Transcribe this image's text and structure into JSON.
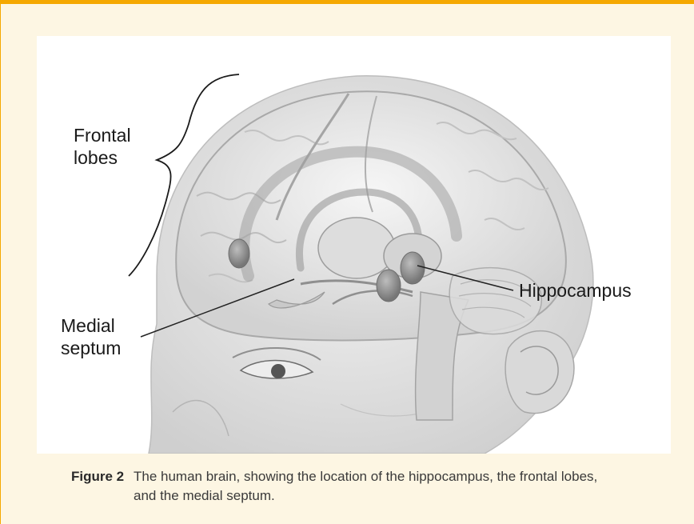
{
  "figure": {
    "labels": {
      "frontal": "Frontal\nlobes",
      "hippocampus": "Hippocampus",
      "medial": "Medial\nseptum"
    },
    "caption": {
      "number": "Figure 2",
      "text": "The human brain, showing the location of the hippocampus, the frontal lobes, and the medial septum."
    }
  },
  "colors": {
    "accent": "#f5a800",
    "panel": "#fdf6e3"
  }
}
